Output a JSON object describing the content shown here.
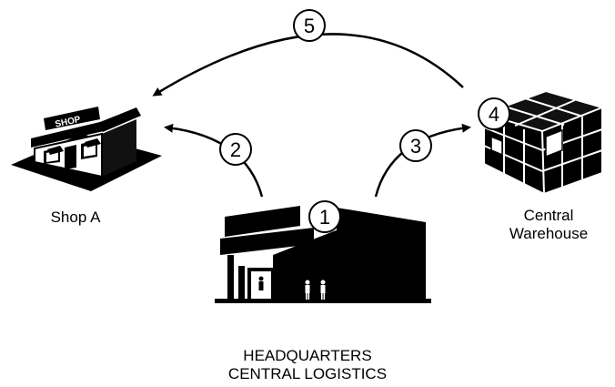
{
  "nodes": {
    "shop": {
      "label": "Shop A",
      "sign": "SHOP"
    },
    "warehouse": {
      "label_line1": "Central",
      "label_line2": "Warehouse"
    },
    "hq": {
      "label_line1": "HEADQUARTERS",
      "label_line2": "CENTRAL LOGISTICS"
    }
  },
  "steps": [
    {
      "number": "1"
    },
    {
      "number": "2"
    },
    {
      "number": "3"
    },
    {
      "number": "4"
    },
    {
      "number": "5"
    }
  ]
}
